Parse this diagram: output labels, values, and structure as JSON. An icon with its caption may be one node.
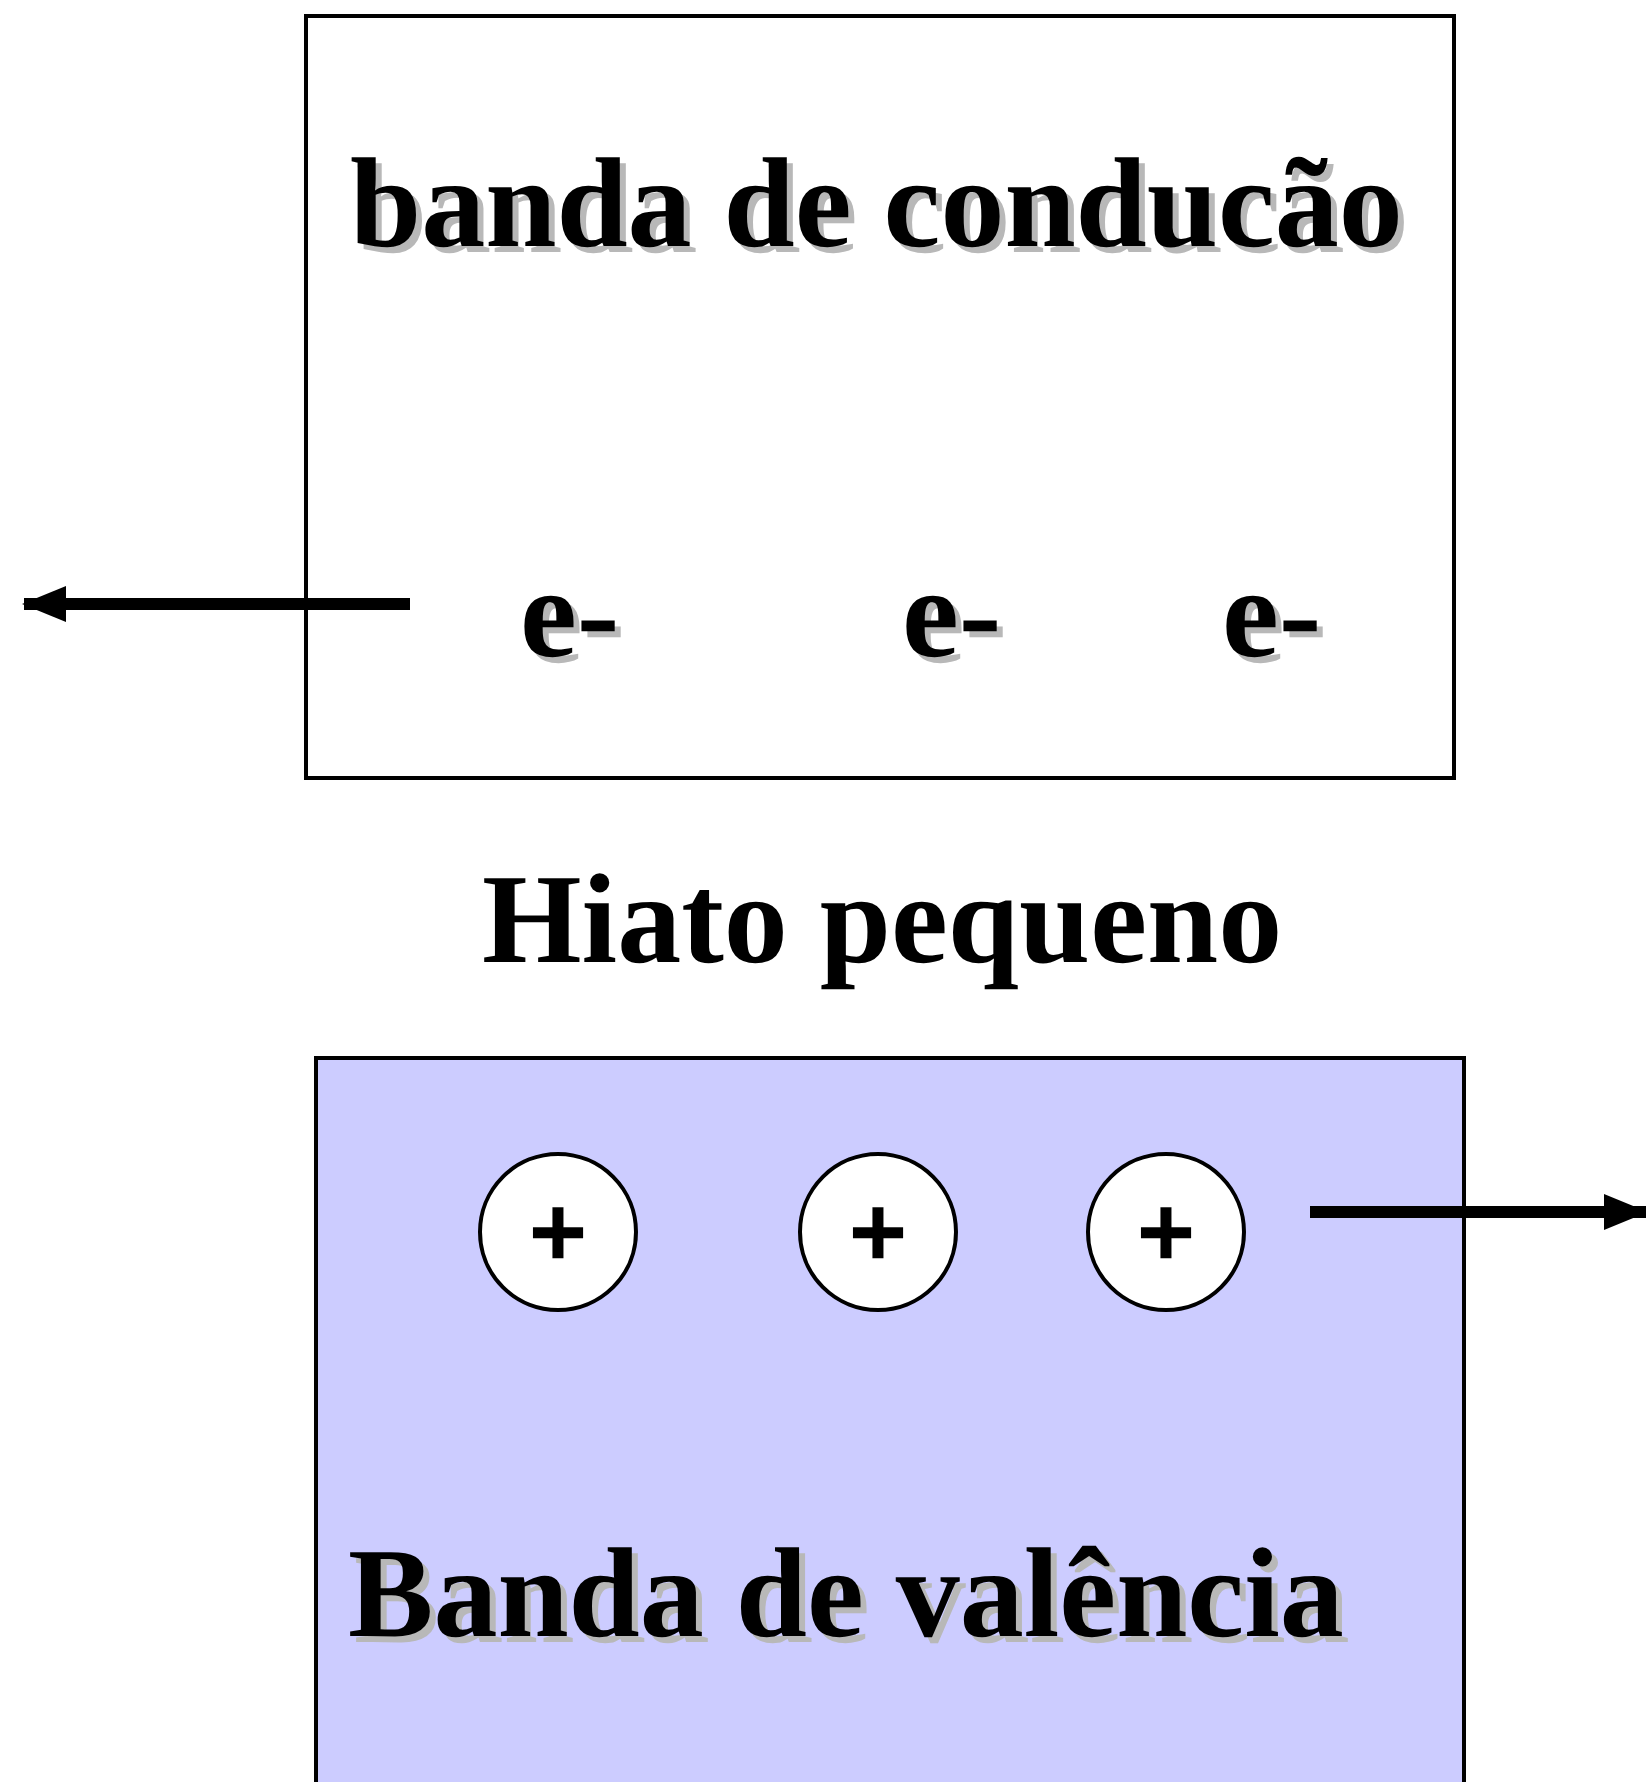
{
  "diagram": {
    "nodes": [
      {
        "text": [
          "banda de conducão",
          "e-",
          "e-",
          "e-"
        ]
      },
      {
        "text": [
          "Banda de valência"
        ]
      },
      {
        "text": [
          "+"
        ],
        "in": 1
      },
      {
        "text": [
          "+"
        ],
        "in": 1
      },
      {
        "text": [
          "+"
        ],
        "in": 1
      }
    ],
    "edges": [
      {
        "from": 0,
        "to": null,
        "arrow": "to"
      },
      {
        "from": 4,
        "to": null,
        "arrow": "to"
      }
    ],
    "labels": [
      "Hiato pequeno"
    ]
  }
}
